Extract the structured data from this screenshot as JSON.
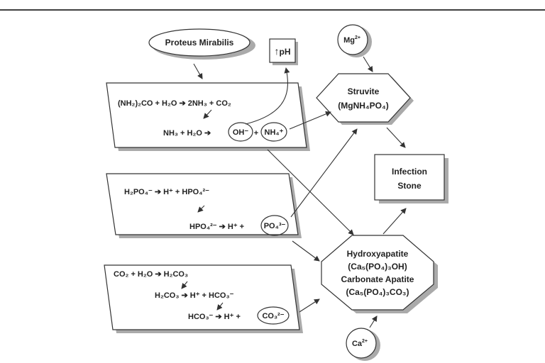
{
  "nodes": {
    "proteus": {
      "text": "Proteus Mirabilis"
    },
    "ph": {
      "arrow": "↑",
      "text": "pH"
    },
    "mg": {
      "base": "Mg",
      "sup": "2+"
    },
    "ca": {
      "base": "Ca",
      "sup": "2+"
    },
    "struvite": {
      "line1": "Struvite",
      "line2": "(MgNH₄PO₄)"
    },
    "infection": {
      "line1": "Infection",
      "line2": "Stone"
    },
    "apatite": {
      "line1": "Hydroxyapatite",
      "line2": "(Ca₅(PO₄)₃OH)",
      "line3": "Carbonate Apatite",
      "line4": "(Ca₅(PO₄)₃CO₃)"
    }
  },
  "reactions": {
    "urea": {
      "eq1": "(NH₂)₂CO + H₂O ➔ 2NH₃ + CO₂",
      "eq2_left": "NH₃ + H₂O ➔",
      "oh": "OH⁻",
      "plus": "+",
      "nh4": "NH₄⁺"
    },
    "phosphate": {
      "eq1": "H₂PO₄⁻ ➔ H⁺ + HPO₄²⁻",
      "eq2_left": "HPO₄²⁻ ➔ H⁺ +",
      "po4": "PO₄³⁻"
    },
    "carbonate": {
      "eq1": "CO₂ + H₂O ➔ H₂CO₃",
      "eq2": "H₂CO₃ ➔ H⁺ + HCO₃⁻",
      "eq3_left": "HCO₃⁻ ➔ H⁺ +",
      "co3": "CO₃²⁻"
    }
  }
}
